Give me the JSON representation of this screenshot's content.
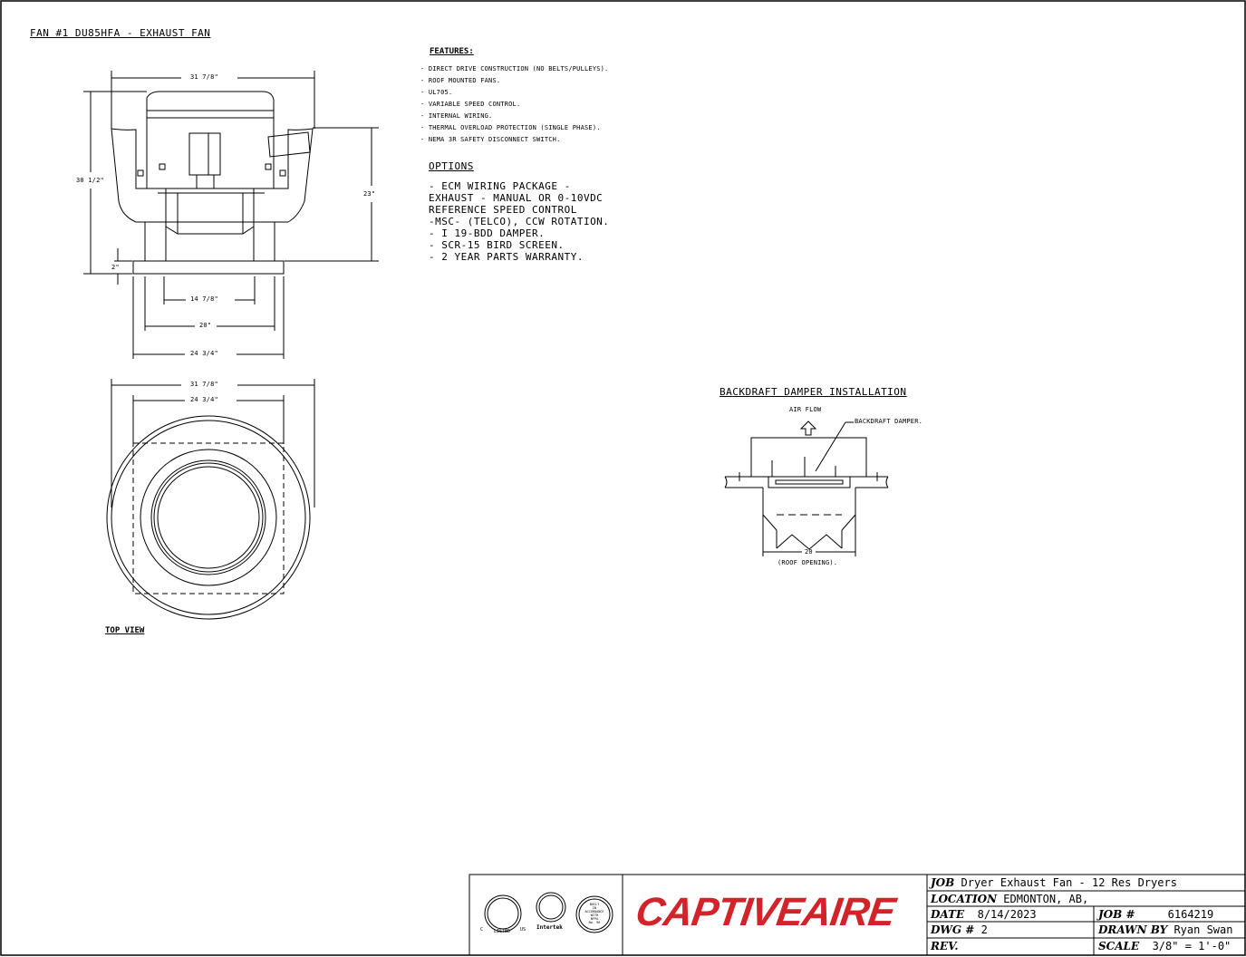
{
  "header": {
    "title": "FAN #1 DU85HFA - EXHAUST FAN"
  },
  "dims": {
    "top_width": "31 7/8\"",
    "total_height": "30 1/2\"",
    "body_height": "23\"",
    "curb_height": "2\"",
    "inner_width": "14 7/8\"",
    "mid_width": "20\"",
    "base_width": "24 3/4\"",
    "top_view_outer": "31 7/8\"",
    "top_view_inner": "24 3/4\""
  },
  "top_view_label": "TOP VIEW",
  "features": {
    "heading": "FEATURES:",
    "items": [
      "- DIRECT DRIVE CONSTRUCTION (NO BELTS/PULLEYS).",
      "- ROOF MOUNTED FANS.",
      "- UL705.",
      "- VARIABLE SPEED CONTROL.",
      "- INTERNAL WIRING.",
      "- THERMAL OVERLOAD PROTECTION (SINGLE PHASE).",
      "- NEMA 3R SAFETY DISCONNECT SWITCH."
    ]
  },
  "options": {
    "heading": "OPTIONS",
    "items": [
      "- ECM WIRING PACKAGE -",
      "EXHAUST - MANUAL OR 0-10VDC",
      "REFERENCE SPEED CONTROL",
      "-MSC- (TELCO), CCW ROTATION.",
      "- I 19-BDD DAMPER.",
      "- SCR-15 BIRD SCREEN.",
      "- 2 YEAR PARTS WARRANTY."
    ]
  },
  "damper": {
    "title": "BACKDRAFT DAMPER INSTALLATION",
    "air_flow": "AIR FLOW",
    "damper_label": "BACKDRAFT DAMPER.",
    "opening_value": "20",
    "opening_label": "(ROOF OPENING)."
  },
  "title_block": {
    "brand": "CAPTIVEAIRE",
    "job_label": "JOB",
    "job_value": "Dryer Exhaust Fan - 12 Res Dryers",
    "location_label": "LOCATION",
    "location_value": "EDMONTON, AB,",
    "date_label": "DATE",
    "date_value": "8/14/2023",
    "jobno_label": "JOB #",
    "jobno_value": "6164219",
    "dwg_label": "DWG #",
    "dwg_value": "2",
    "drawn_label": "DRAWN BY",
    "drawn_value": "Ryan Swan",
    "rev_label": "REV.",
    "scale_label": "SCALE",
    "scale_value": "3/8\" = 1'-0\""
  },
  "certs": {
    "etl_c": "C",
    "etl_listed": "LISTED",
    "etl_us": "US",
    "intertek": "Intertek",
    "nfpa_lines": [
      "BUILT",
      "IN",
      "ACCORDANCE",
      "WITH",
      "NFPA",
      "No. 96"
    ]
  }
}
